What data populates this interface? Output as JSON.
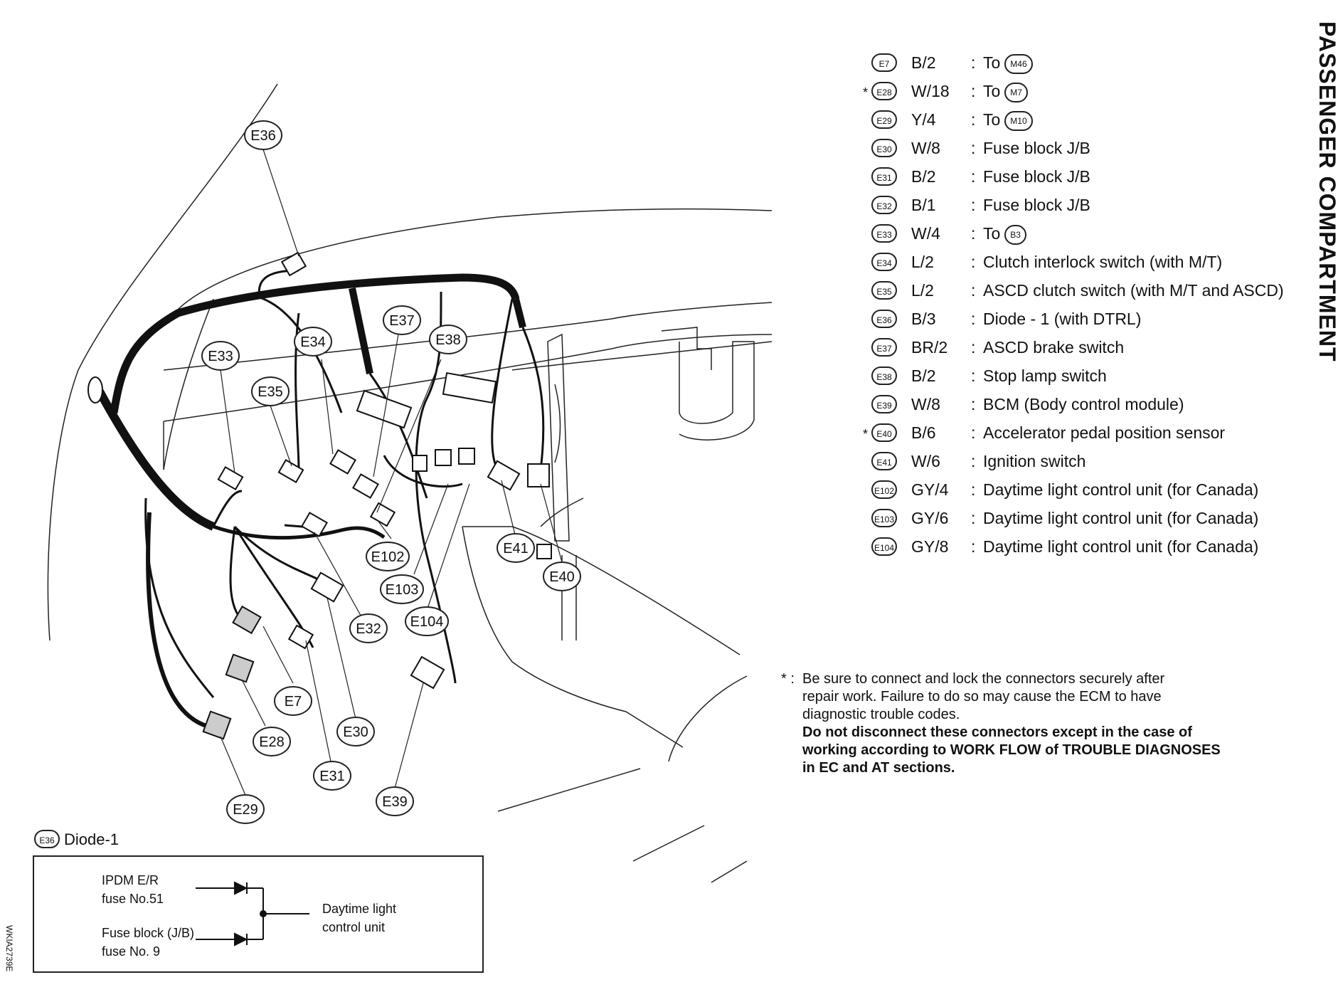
{
  "title": "PASSENGER COMPARTMENT",
  "image_code": "WKIA2739E",
  "diagram_labels": [
    "E36",
    "E33",
    "E34",
    "E35",
    "E37",
    "E38",
    "E41",
    "E40",
    "E102",
    "E103",
    "E104",
    "E32",
    "E7",
    "E28",
    "E30",
    "E31",
    "E29",
    "E39"
  ],
  "legend": [
    {
      "connector": "E7",
      "star": "",
      "wire": "B/2",
      "colon": ":",
      "dest": "To",
      "dest_connector": "M46"
    },
    {
      "connector": "E28",
      "star": "*",
      "wire": "W/18",
      "colon": ":",
      "dest": "To",
      "dest_connector": "M7"
    },
    {
      "connector": "E29",
      "star": "",
      "wire": "Y/4",
      "colon": ":",
      "dest": "To",
      "dest_connector": "M10"
    },
    {
      "connector": "E30",
      "star": "",
      "wire": "W/8",
      "colon": ":",
      "dest": "Fuse block J/B",
      "dest_connector": ""
    },
    {
      "connector": "E31",
      "star": "",
      "wire": "B/2",
      "colon": ":",
      "dest": "Fuse block J/B",
      "dest_connector": ""
    },
    {
      "connector": "E32",
      "star": "",
      "wire": "B/1",
      "colon": ":",
      "dest": "Fuse block J/B",
      "dest_connector": ""
    },
    {
      "connector": "E33",
      "star": "",
      "wire": "W/4",
      "colon": ":",
      "dest": "To",
      "dest_connector": "B3"
    },
    {
      "connector": "E34",
      "star": "",
      "wire": "L/2",
      "colon": ":",
      "dest": "Clutch interlock switch (with M/T)",
      "dest_connector": ""
    },
    {
      "connector": "E35",
      "star": "",
      "wire": "L/2",
      "colon": ":",
      "dest": "ASCD clutch switch (with M/T and ASCD)",
      "dest_connector": ""
    },
    {
      "connector": "E36",
      "star": "",
      "wire": "B/3",
      "colon": ":",
      "dest": "Diode - 1 (with DTRL)",
      "dest_connector": ""
    },
    {
      "connector": "E37",
      "star": "",
      "wire": "BR/2",
      "colon": ":",
      "dest": "ASCD brake switch",
      "dest_connector": ""
    },
    {
      "connector": "E38",
      "star": "",
      "wire": "B/2",
      "colon": ":",
      "dest": "Stop lamp switch",
      "dest_connector": ""
    },
    {
      "connector": "E39",
      "star": "",
      "wire": "W/8",
      "colon": ":",
      "dest": "BCM (Body control module)",
      "dest_connector": ""
    },
    {
      "connector": "E40",
      "star": "*",
      "wire": "B/6",
      "colon": ":",
      "dest": "Accelerator pedal position sensor",
      "dest_connector": ""
    },
    {
      "connector": "E41",
      "star": "",
      "wire": "W/6",
      "colon": ":",
      "dest": "Ignition switch",
      "dest_connector": ""
    },
    {
      "connector": "E102",
      "star": "",
      "wire": "GY/4",
      "colon": ":",
      "dest": "Daytime light control unit (for Canada)",
      "dest_connector": ""
    },
    {
      "connector": "E103",
      "star": "",
      "wire": "GY/6",
      "colon": ":",
      "dest": "Daytime light control unit (for Canada)",
      "dest_connector": ""
    },
    {
      "connector": "E104",
      "star": "",
      "wire": "GY/8",
      "colon": ":",
      "dest": "Daytime light control unit (for Canada)",
      "dest_connector": ""
    }
  ],
  "note": {
    "star": "* :",
    "line1": "Be sure to connect and lock the connectors securely after",
    "line2": "repair work. Failure to do so may cause the ECM to have",
    "line3": "diagnostic trouble codes.",
    "line4": "Do not disconnect these connectors except in the case of",
    "line5": "working according to WORK FLOW of TROUBLE DIAGNOSES",
    "line6": "in EC and AT sections."
  },
  "diode": {
    "connector": "E36",
    "title": "Diode-1",
    "input1_line1": "IPDM E/R",
    "input1_line2": "fuse No.51",
    "input2_line1": "Fuse block (J/B)",
    "input2_line2": "fuse No. 9",
    "output_line1": "Daytime light",
    "output_line2": "control unit"
  }
}
